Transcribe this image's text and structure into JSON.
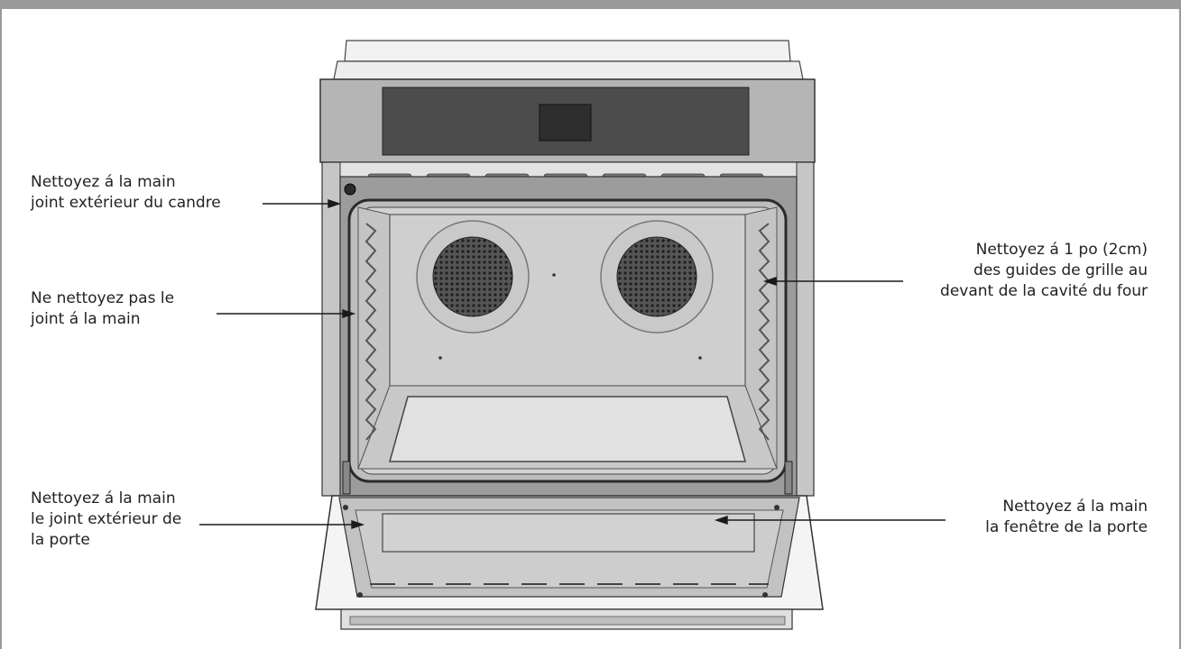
{
  "callouts": [
    {
      "id": "frame-seal",
      "lines": [
        "Nettoyez á la main",
        "joint extérieur du candre"
      ]
    },
    {
      "id": "gasket",
      "lines": [
        "Ne nettoyez pas le",
        "joint á la main"
      ]
    },
    {
      "id": "door-seal",
      "lines": [
        "Nettoyez á la main",
        "le joint extérieur de",
        "la porte"
      ]
    },
    {
      "id": "rack-guides",
      "lines": [
        "Nettoyez á 1 po (2cm)",
        "des guides de grille au",
        "devant de la cavité du four"
      ]
    },
    {
      "id": "door-window",
      "lines": [
        "Nettoyez á la main",
        "la fenêtre de la porte"
      ]
    }
  ],
  "colors": {
    "frame": "#9a9a9a",
    "outline": "#3a3a3a",
    "steel": "#d4d4d4",
    "cavity": "#cfcfcf",
    "panel": "#4a4a4a",
    "fan": "#3c3c3c"
  }
}
